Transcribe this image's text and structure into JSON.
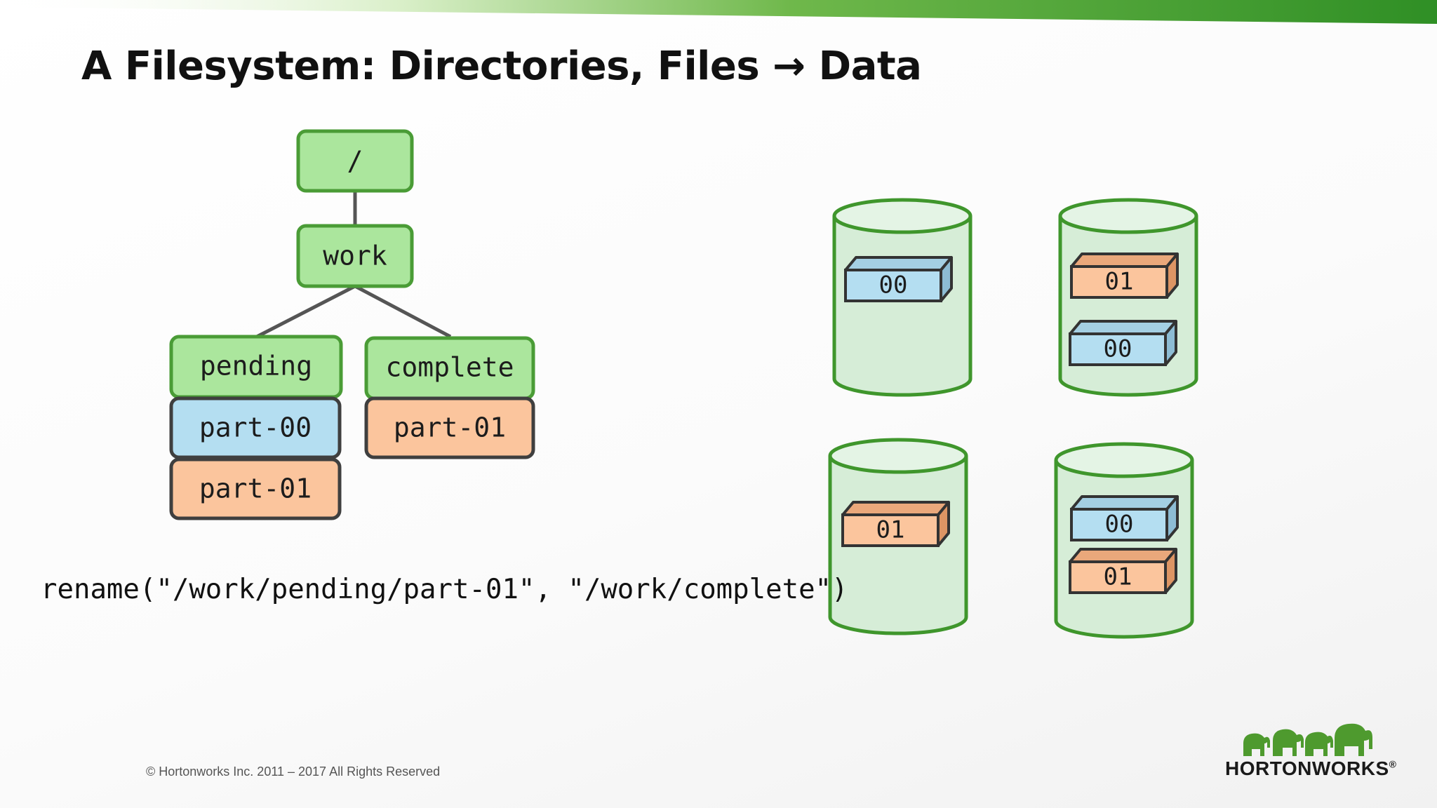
{
  "slide": {
    "title": "A Filesystem: Directories, Files → Data"
  },
  "colors": {
    "directory_fill": "#abe69d",
    "directory_border": "#4a9c36",
    "file_blue": "#b4def1",
    "file_orange": "#fbc59d",
    "file_border": "#3f3f3f",
    "disk_fill": "#d6edd7",
    "disk_border": "#3f962c",
    "connector": "#555555",
    "banner_green": "#3c9b2a"
  },
  "tree": {
    "root": "/",
    "work": "work",
    "pending": "pending",
    "complete": "complete",
    "pending_files": [
      "part-00",
      "part-01"
    ],
    "complete_files": [
      "part-01"
    ]
  },
  "command": "rename(\"/work/pending/part-01\", \"/work/complete\")",
  "disks": [
    {
      "chunks": [
        {
          "label": "00",
          "color": "blue"
        }
      ]
    },
    {
      "chunks": [
        {
          "label": "01",
          "color": "orange"
        },
        {
          "label": "00",
          "color": "blue"
        }
      ]
    },
    {
      "chunks": [
        {
          "label": "01",
          "color": "orange"
        }
      ]
    },
    {
      "chunks": [
        {
          "label": "00",
          "color": "blue"
        },
        {
          "label": "01",
          "color": "orange"
        }
      ]
    }
  ],
  "footer": {
    "copyright": "© Hortonworks Inc. 2011 – 2017 All Rights Reserved",
    "brand": "HORTONWORKS",
    "brand_mark": "®",
    "brand_icon": "elephant-herd-icon"
  }
}
